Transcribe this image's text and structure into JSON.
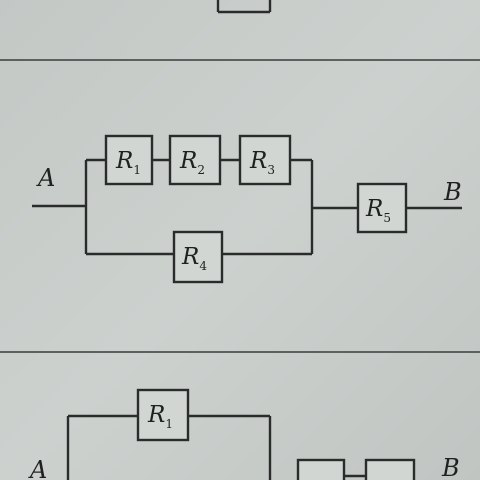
{
  "diagram_top": {
    "terminal_left": "A",
    "terminal_right": "B",
    "resistors": [
      {
        "id": "r1",
        "letter": "R",
        "sub": "1"
      },
      {
        "id": "r2",
        "letter": "R",
        "sub": "2"
      },
      {
        "id": "r3",
        "letter": "R",
        "sub": "3"
      },
      {
        "id": "r4",
        "letter": "R",
        "sub": "4"
      },
      {
        "id": "r5",
        "letter": "R",
        "sub": "5"
      }
    ]
  },
  "diagram_bottom": {
    "terminal_left": "A",
    "terminal_right": "B",
    "resistors": [
      {
        "id": "r1",
        "letter": "R",
        "sub": "1"
      }
    ]
  }
}
